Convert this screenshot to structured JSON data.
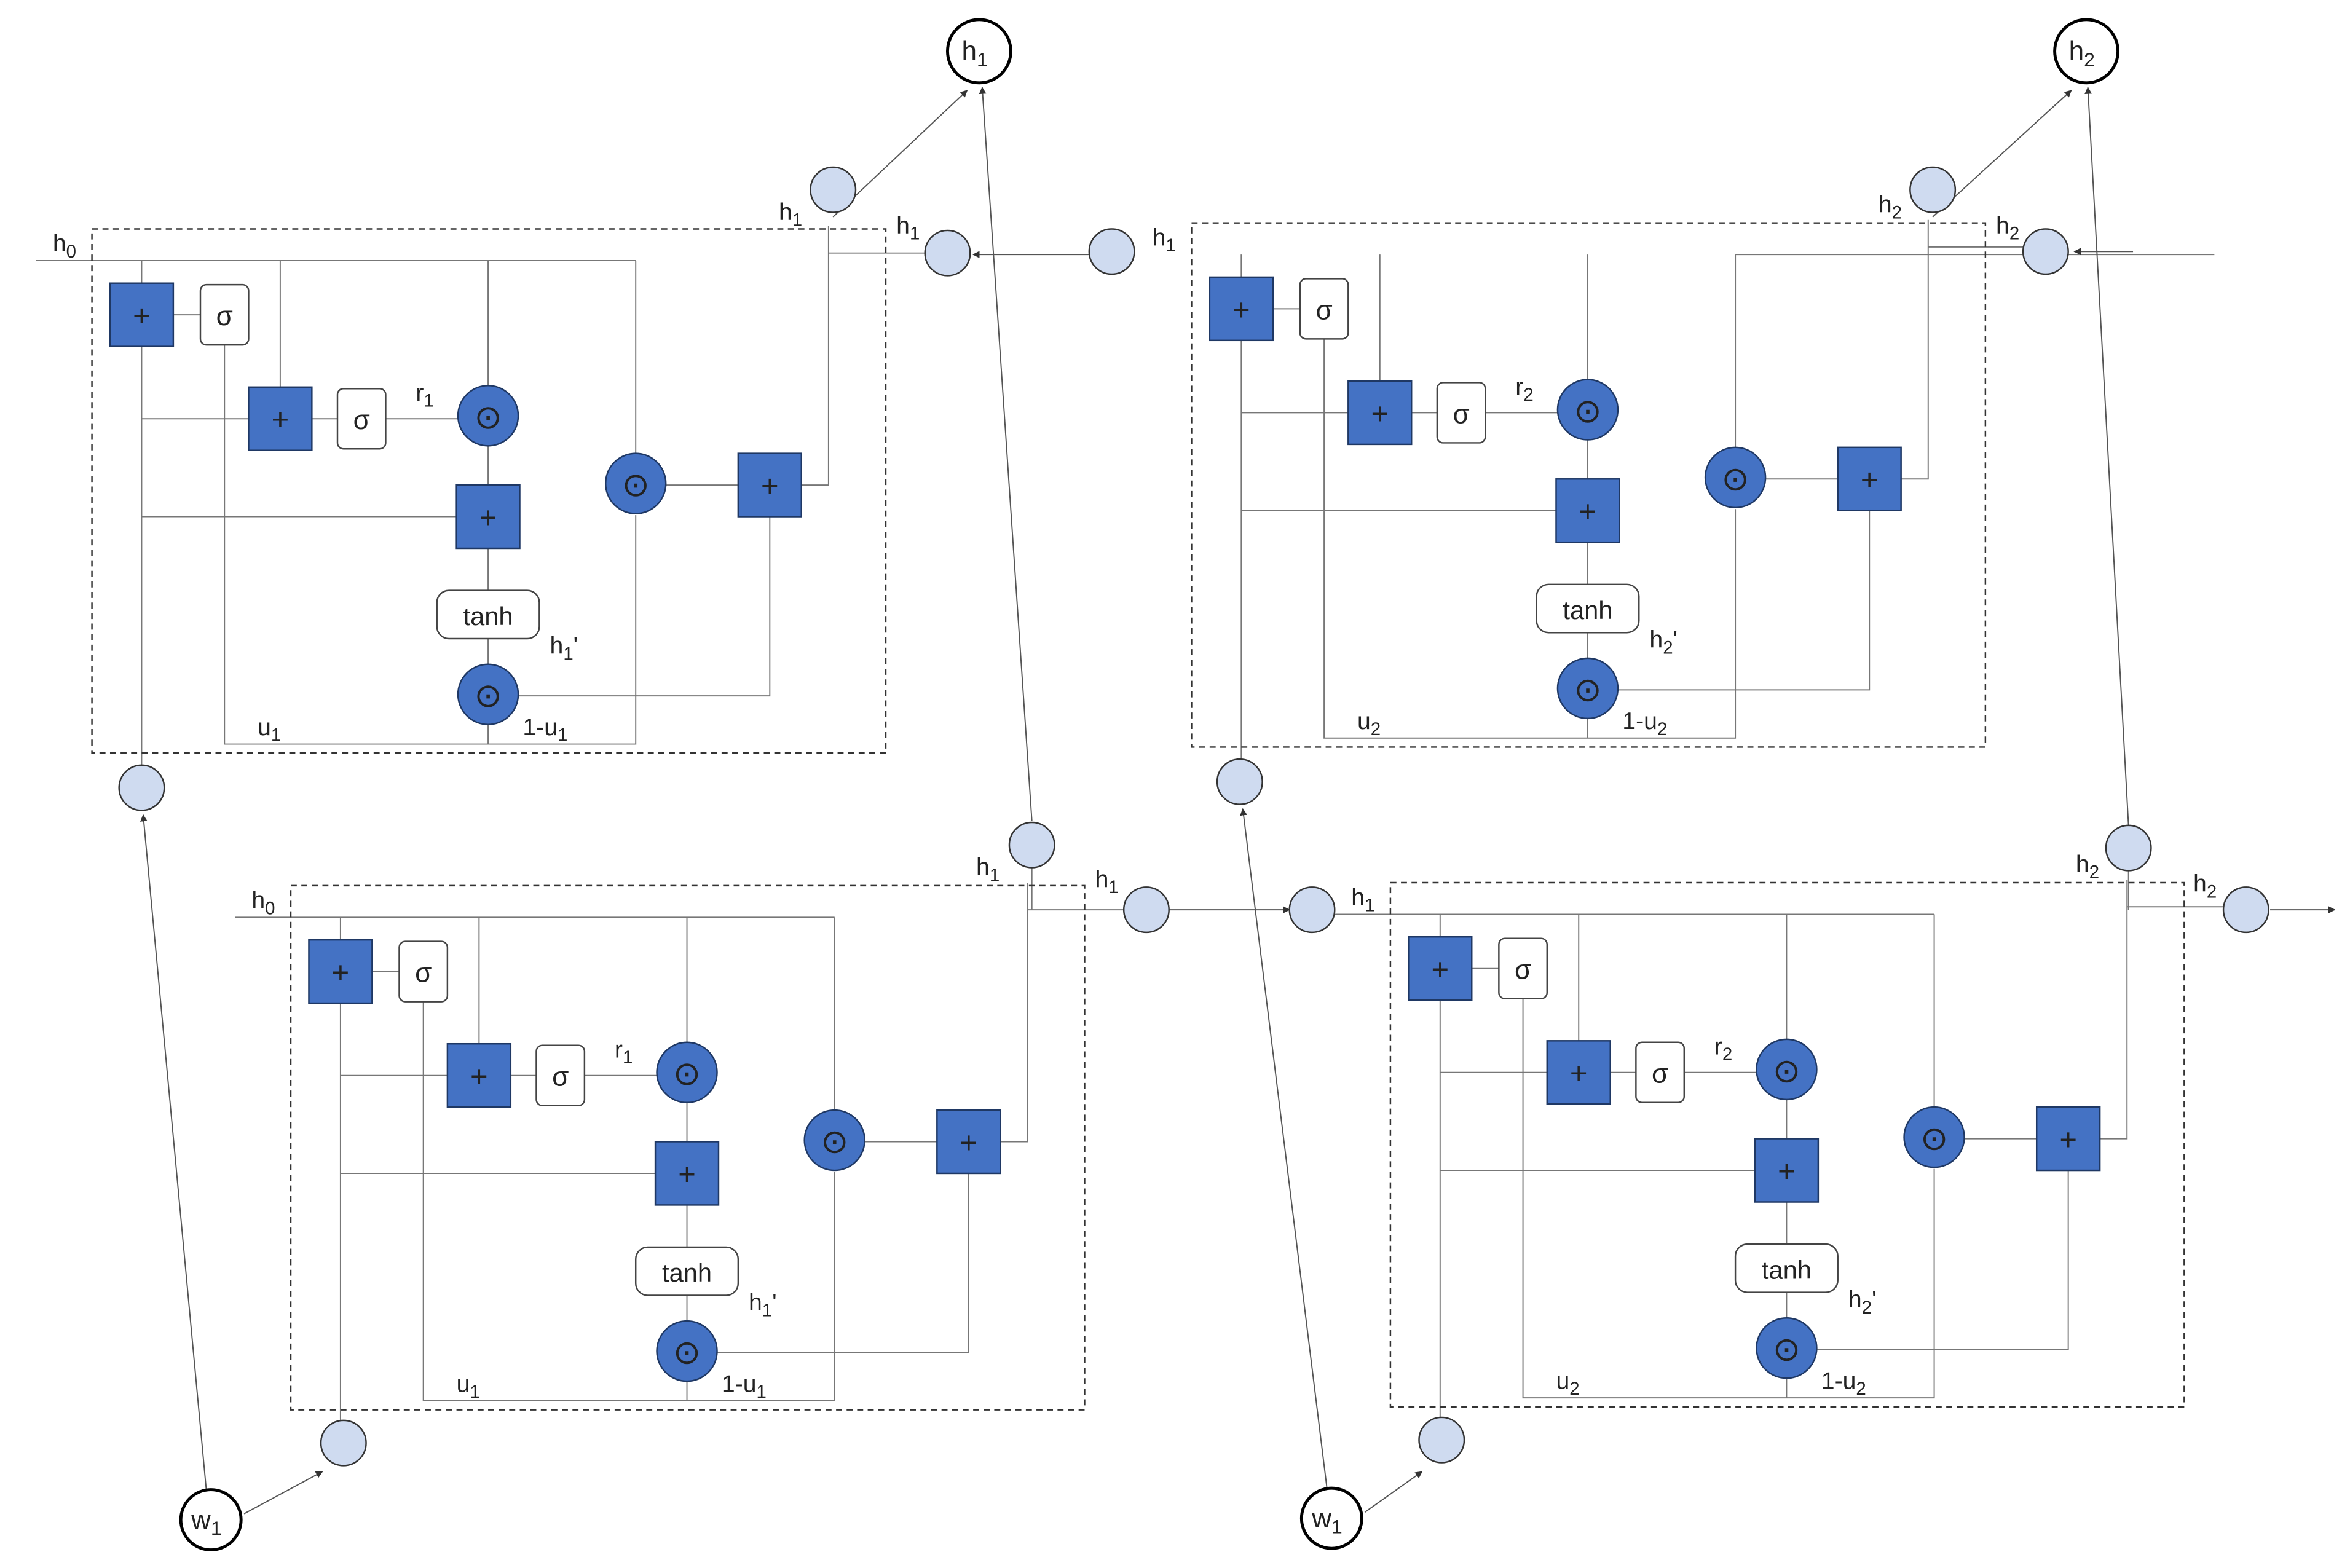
{
  "colors": {
    "node_fill": "#4472C4",
    "node_stroke": "#1F3864",
    "connector_fill": "#CFDBF0",
    "connector_stroke": "#333333",
    "line": "#777777",
    "arrow": "#555555",
    "text": "#222222"
  },
  "symbols": {
    "plus": "+",
    "dot": "⊙",
    "sigma": "σ",
    "tanh": "tanh"
  },
  "cells": [
    {
      "in_label": "h",
      "in_sub": "0",
      "r_label": "r",
      "r_sub": "1",
      "cand_label": "h",
      "cand_sub": "1",
      "cand_prime": "'",
      "u_label": "u",
      "u_sub": "1",
      "one_minus_prefix": "1-u",
      "one_minus_sub": "1",
      "out_label": "h",
      "out_sub": "1",
      "out2_label": "h",
      "out2_sub": "1"
    },
    {
      "in_label": "h",
      "in_sub": "1",
      "r_label": "r",
      "r_sub": "2",
      "cand_label": "h",
      "cand_sub": "2",
      "cand_prime": "'",
      "u_label": "u",
      "u_sub": "2",
      "one_minus_prefix": "1-u",
      "one_minus_sub": "2",
      "out_label": "h",
      "out_sub": "2",
      "out2_label": "h",
      "out2_sub": "2"
    },
    {
      "in_label": "h",
      "in_sub": "0",
      "r_label": "r",
      "r_sub": "1",
      "cand_label": "h",
      "cand_sub": "1",
      "cand_prime": "'",
      "u_label": "u",
      "u_sub": "1",
      "one_minus_prefix": "1-u",
      "one_minus_sub": "1",
      "out_label": "h",
      "out_sub": "1",
      "out2_label": "h",
      "out2_sub": "1"
    },
    {
      "in_label": "h",
      "in_sub": "1",
      "r_label": "r",
      "r_sub": "2",
      "cand_label": "h",
      "cand_sub": "2",
      "cand_prime": "'",
      "u_label": "u",
      "u_sub": "2",
      "one_minus_prefix": "1-u",
      "one_minus_sub": "2",
      "out_label": "h",
      "out_sub": "2",
      "out2_label": "h",
      "out2_sub": "2"
    }
  ],
  "outputs": [
    {
      "label": "h",
      "sub": "1"
    },
    {
      "label": "h",
      "sub": "2"
    }
  ],
  "inputs": [
    {
      "label": "w",
      "sub": "1"
    },
    {
      "label": "w",
      "sub": "1"
    }
  ],
  "link_labels": [
    {
      "label": "h",
      "sub": "1"
    },
    {
      "label": "h",
      "sub": "1"
    },
    {
      "label": "h",
      "sub": "2"
    },
    {
      "label": "h",
      "sub": "1"
    },
    {
      "label": "h",
      "sub": "1"
    },
    {
      "label": "h",
      "sub": "2"
    }
  ]
}
